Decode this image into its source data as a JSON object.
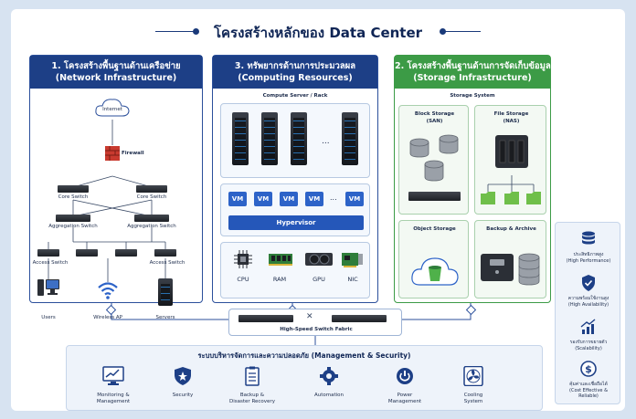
{
  "title": "โครงสร้างหลักของ Data Center",
  "panels": {
    "network": {
      "title_th": "1. โครงสร้างพื้นฐานด้านเครือข่าย",
      "title_en": "(Network Infrastructure)",
      "internet": "Internet",
      "firewall": "Firewall",
      "core_switch": "Core Switch",
      "aggregation_switch": "Aggregation Switch",
      "access_switch": "Access Switch",
      "users": "Users",
      "wireless_ap": "Wireless AP",
      "servers": "Servers"
    },
    "computing": {
      "title_th": "3. ทรัพยากรด้านการประมวลผล",
      "title_en": "(Computing Resources)",
      "rack_label": "Compute Server / Rack",
      "ellipsis": "...",
      "vm": "VM",
      "hypervisor": "Hypervisor",
      "cpu": "CPU",
      "ram": "RAM",
      "gpu": "GPU",
      "nic": "NIC"
    },
    "storage": {
      "title_th": "2. โครงสร้างพื้นฐานด้านการจัดเก็บข้อมูล",
      "title_en": "(Storage Infrastructure)",
      "system_label": "Storage System",
      "block_storage": "Block Storage",
      "block_sub": "(SAN)",
      "file_storage": "File Storage",
      "file_sub": "(NAS)",
      "object_storage": "Object Storage",
      "backup_archive": "Backup & Archive"
    }
  },
  "fabric_label": "High-Speed Switch Fabric",
  "management": {
    "title": "ระบบบริหารจัดการและความปลอดภัย (Management & Security)",
    "items": [
      {
        "l1": "Monitoring &",
        "l2": "Management",
        "icon": "monitor-chart-icon"
      },
      {
        "l1": "Security",
        "l2": "",
        "icon": "shield-icon"
      },
      {
        "l1": "Backup &",
        "l2": "Disaster Recovery",
        "icon": "clipboard-icon"
      },
      {
        "l1": "Automation",
        "l2": "",
        "icon": "gear-icon"
      },
      {
        "l1": "Power",
        "l2": "Management",
        "icon": "power-plug-icon"
      },
      {
        "l1": "Cooling",
        "l2": "System",
        "icon": "fan-icon"
      }
    ]
  },
  "benefits": [
    {
      "th": "ประสิทธิภาพสูง",
      "en": "(High Performance)",
      "icon": "database-icon"
    },
    {
      "th": "ความพร้อมใช้งานสูง",
      "en": "(High Availability)",
      "icon": "shield-check-icon"
    },
    {
      "th": "รองรับการขยายตัว",
      "en": "(Scalability)",
      "icon": "growth-chart-icon"
    },
    {
      "th": "คุ้มค่าและเชื่อถือได้",
      "en": "(Cost Effective &",
      "en2": "Reliable)",
      "icon": "dollar-icon"
    }
  ],
  "colors": {
    "network_header": "#1d3f86",
    "compute_header": "#1d3f86",
    "storage_header": "#3c9b46",
    "vm": "#2d63c8"
  }
}
